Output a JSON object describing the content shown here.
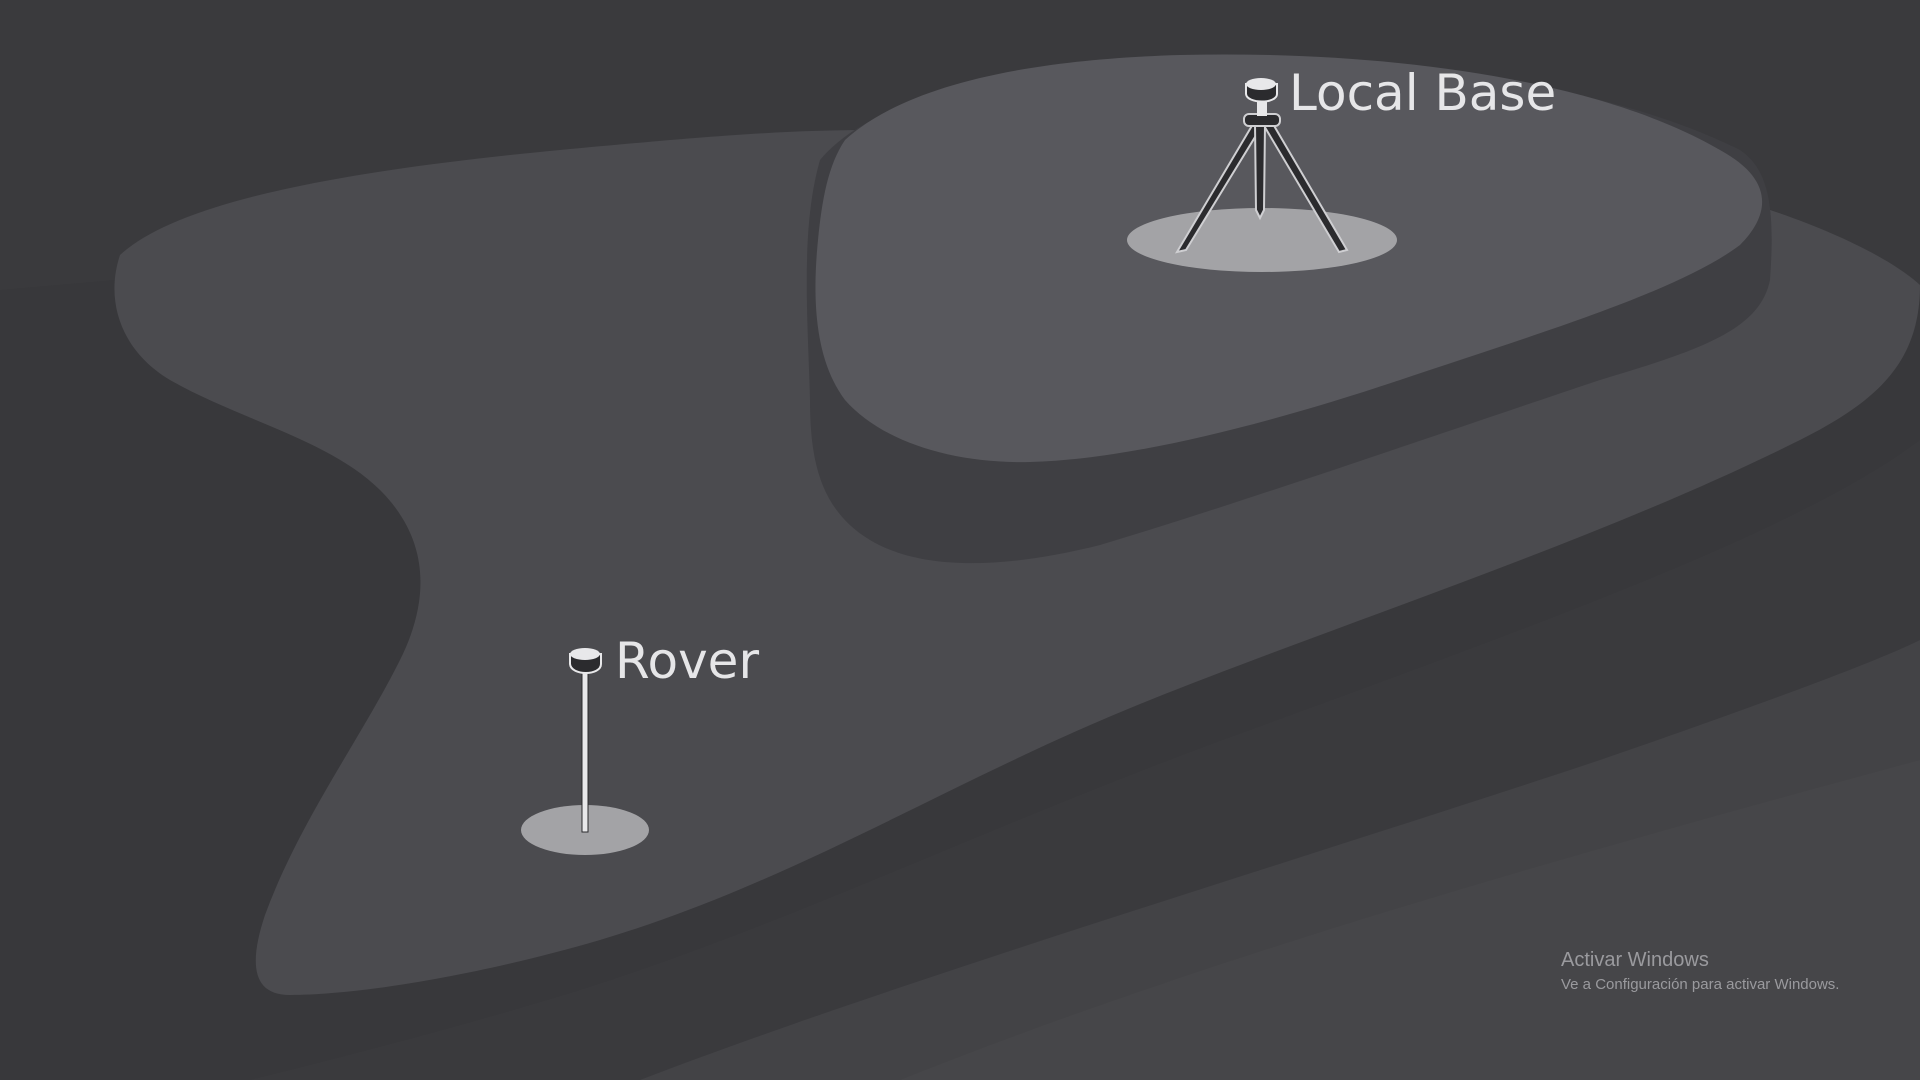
{
  "labels": {
    "base": "Local Base",
    "rover": "Rover"
  },
  "watermark": {
    "title": "Activar Windows",
    "subtitle": "Ve a Configuración para activar Windows."
  },
  "colors": {
    "background": "#3a3a3d",
    "low_terrace": "#48484c",
    "mid_terrace": "#4e4e53",
    "high_terrace": "#58585d",
    "cliff_shadow": "#38383b",
    "ground_disc": "#a3a3a6",
    "receiver_light": "#e8e8ea",
    "tripod_dark": "#2b2b2e"
  },
  "icons": {
    "base_station": "gnss-tripod-icon",
    "rover_station": "gnss-pole-icon"
  }
}
